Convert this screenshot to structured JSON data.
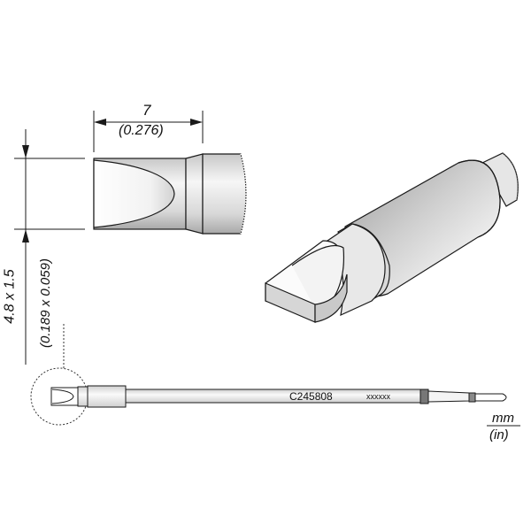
{
  "dimensions": {
    "length_mm": "7",
    "length_in": "(0.276)",
    "width_thickness_mm": "4.8 x 1.5",
    "width_thickness_in": "(0.189 x 0.059)"
  },
  "part": {
    "code": "C245808",
    "lot": "xxxxxx"
  },
  "units": {
    "primary": "mm",
    "secondary": "(in)"
  },
  "colors": {
    "line": "#1a1a1a",
    "metal_light": "#f4f4f4",
    "metal_dark": "#8c8c8c",
    "band_dark": "#6e6e6e"
  }
}
